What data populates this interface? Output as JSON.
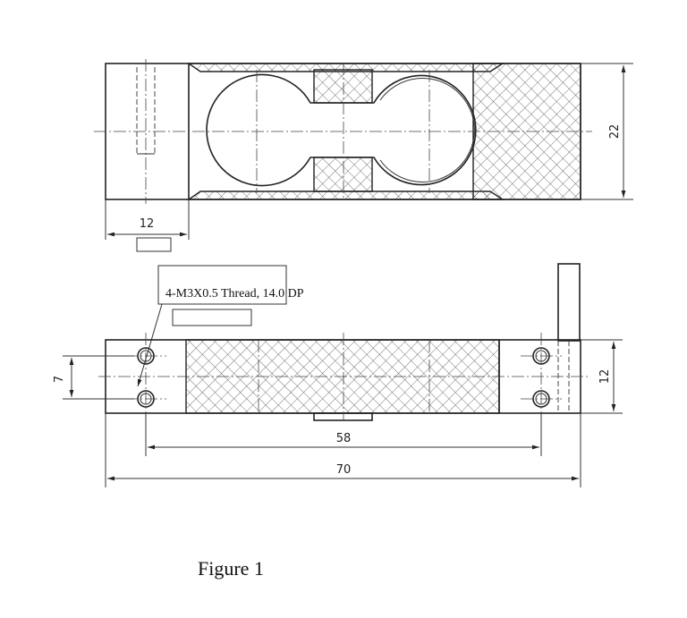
{
  "figure": {
    "caption": "Figure 1",
    "note": "4-M3X0.5 Thread, 14.0 DP"
  },
  "top_view": {
    "dim_width": "12",
    "dim_height": "22"
  },
  "bottom_view": {
    "dim_hole_spacing_v": "7",
    "dim_height": "12",
    "dim_hole_spacing_h": "58",
    "dim_total_length": "70"
  },
  "colors": {
    "line": "#222222",
    "hatch": "#444444",
    "background": "#ffffff"
  }
}
